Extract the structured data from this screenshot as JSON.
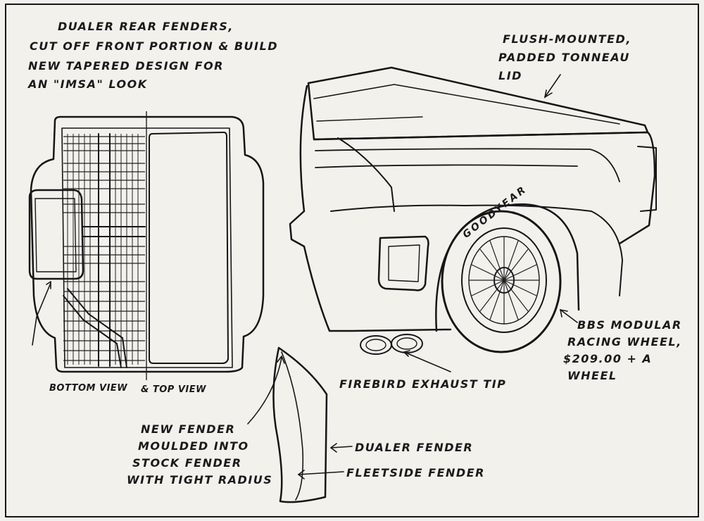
{
  "labels": {
    "fender_note": [
      "DUALER REAR FENDERS,",
      "CUT OFF FRONT PORTION & BUILD",
      "NEW TAPERED DESIGN FOR",
      "AN \"IMSA\" LOOK"
    ],
    "tonneau": [
      "FLUSH-MOUNTED,",
      "PADDED TONNEAU",
      "LID"
    ],
    "bottom_view": "BOTTOM VIEW",
    "top_view": "& TOP VIEW",
    "wheel": [
      "BBS MODULAR",
      "RACING WHEEL,",
      "$209.00 + A",
      "WHEEL"
    ],
    "exhaust": "FIREBIRD EXHAUST TIP",
    "new_fender": [
      "NEW FENDER",
      "MOULDED INTO",
      "STOCK FENDER",
      "WITH TIGHT RADIUS"
    ],
    "dualer_fender": "DUALER FENDER",
    "fleetside_fender": "FLEETSIDE FENDER",
    "tire_brand": "GOODYEAR"
  }
}
